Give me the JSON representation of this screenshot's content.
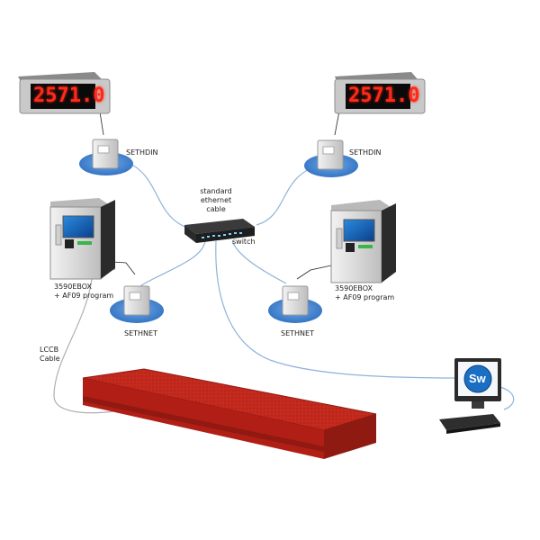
{
  "displays": {
    "left_value": "2571.0",
    "right_value": "2571.0"
  },
  "labels": {
    "sethdin_left": "SETHDIN",
    "sethdin_right": "SETHDIN",
    "cable_line1": "standard",
    "cable_line2": "ethernet",
    "cable_line3": "cable",
    "switch": "switch",
    "box_left_line1": "3590EBOX",
    "box_left_line2": "+ AF09 program",
    "box_right_line1": "3590EBOX",
    "box_right_line2": "+ AF09 program",
    "sethnet_left": "SETHNET",
    "sethnet_right": "SETHNET",
    "lccb_line1": "LCCB",
    "lccb_line2": "Cable",
    "software_logo": "Sw"
  },
  "colors": {
    "cable": "#8fb3d9",
    "lccb_cable": "#b0b0b0",
    "platform_red": "#c8221a",
    "module_base_blue": "#3b7fd0",
    "display_digits": "#ff2a1a",
    "logo_blue": "#1a6fc4"
  }
}
